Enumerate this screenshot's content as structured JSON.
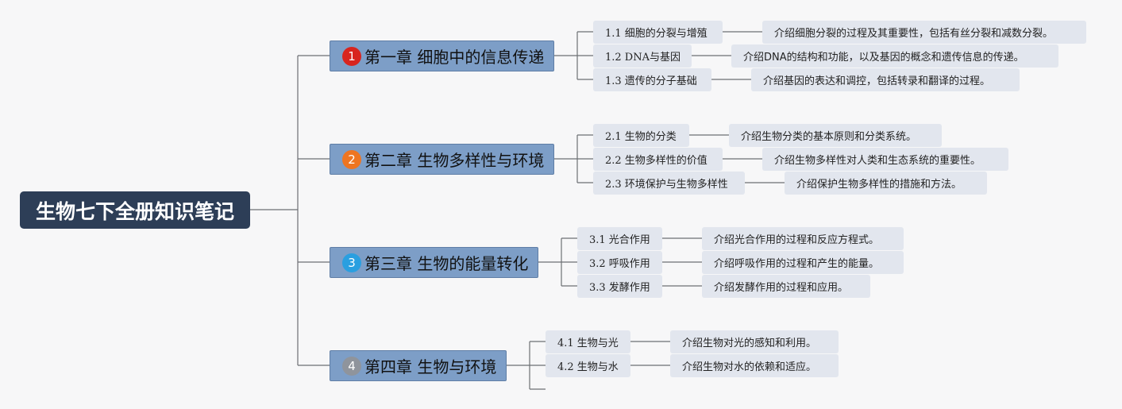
{
  "map": {
    "root": {
      "label": "生物七下全册知识笔记"
    },
    "chapters": [
      {
        "num": "1",
        "title": "第一章 细胞中的信息传递",
        "color": "#d8251f",
        "topics": [
          {
            "label": "1.1 细胞的分裂与增殖",
            "desc": "介绍细胞分裂的过程及其重要性，包括有丝分裂和减数分裂。"
          },
          {
            "label": "1.2 DNA与基因",
            "desc": "介绍DNA的结构和功能，以及基因的概念和遗传信息的传递。"
          },
          {
            "label": "1.3 遗传的分子基础",
            "desc": "介绍基因的表达和调控，包括转录和翻译的过程。"
          }
        ]
      },
      {
        "num": "2",
        "title": "第二章 生物多样性与环境",
        "color": "#ee7521",
        "topics": [
          {
            "label": "2.1 生物的分类",
            "desc": "介绍生物分类的基本原则和分类系统。"
          },
          {
            "label": "2.2 生物多样性的价值",
            "desc": "介绍生物多样性对人类和生态系统的重要性。"
          },
          {
            "label": "2.3 环境保护与生物多样性",
            "desc": "介绍保护生物多样性的措施和方法。"
          }
        ]
      },
      {
        "num": "3",
        "title": "第三章 生物的能量转化",
        "color": "#2a9fe0",
        "topics": [
          {
            "label": "3.1 光合作用",
            "desc": "介绍光合作用的过程和反应方程式。"
          },
          {
            "label": "3.2 呼吸作用",
            "desc": "介绍呼吸作用的过程和产生的能量。"
          },
          {
            "label": "3.3 发酵作用",
            "desc": "介绍发酵作用的过程和应用。"
          }
        ]
      },
      {
        "num": "4",
        "title": "第四章 生物与环境",
        "color": "#8f949c",
        "topics": [
          {
            "label": "4.1 生物与光",
            "desc": "介绍生物对光的感知和利用。"
          },
          {
            "label": "4.2 生物与水",
            "desc": "介绍生物对水的依赖和适应。"
          }
        ]
      }
    ]
  }
}
